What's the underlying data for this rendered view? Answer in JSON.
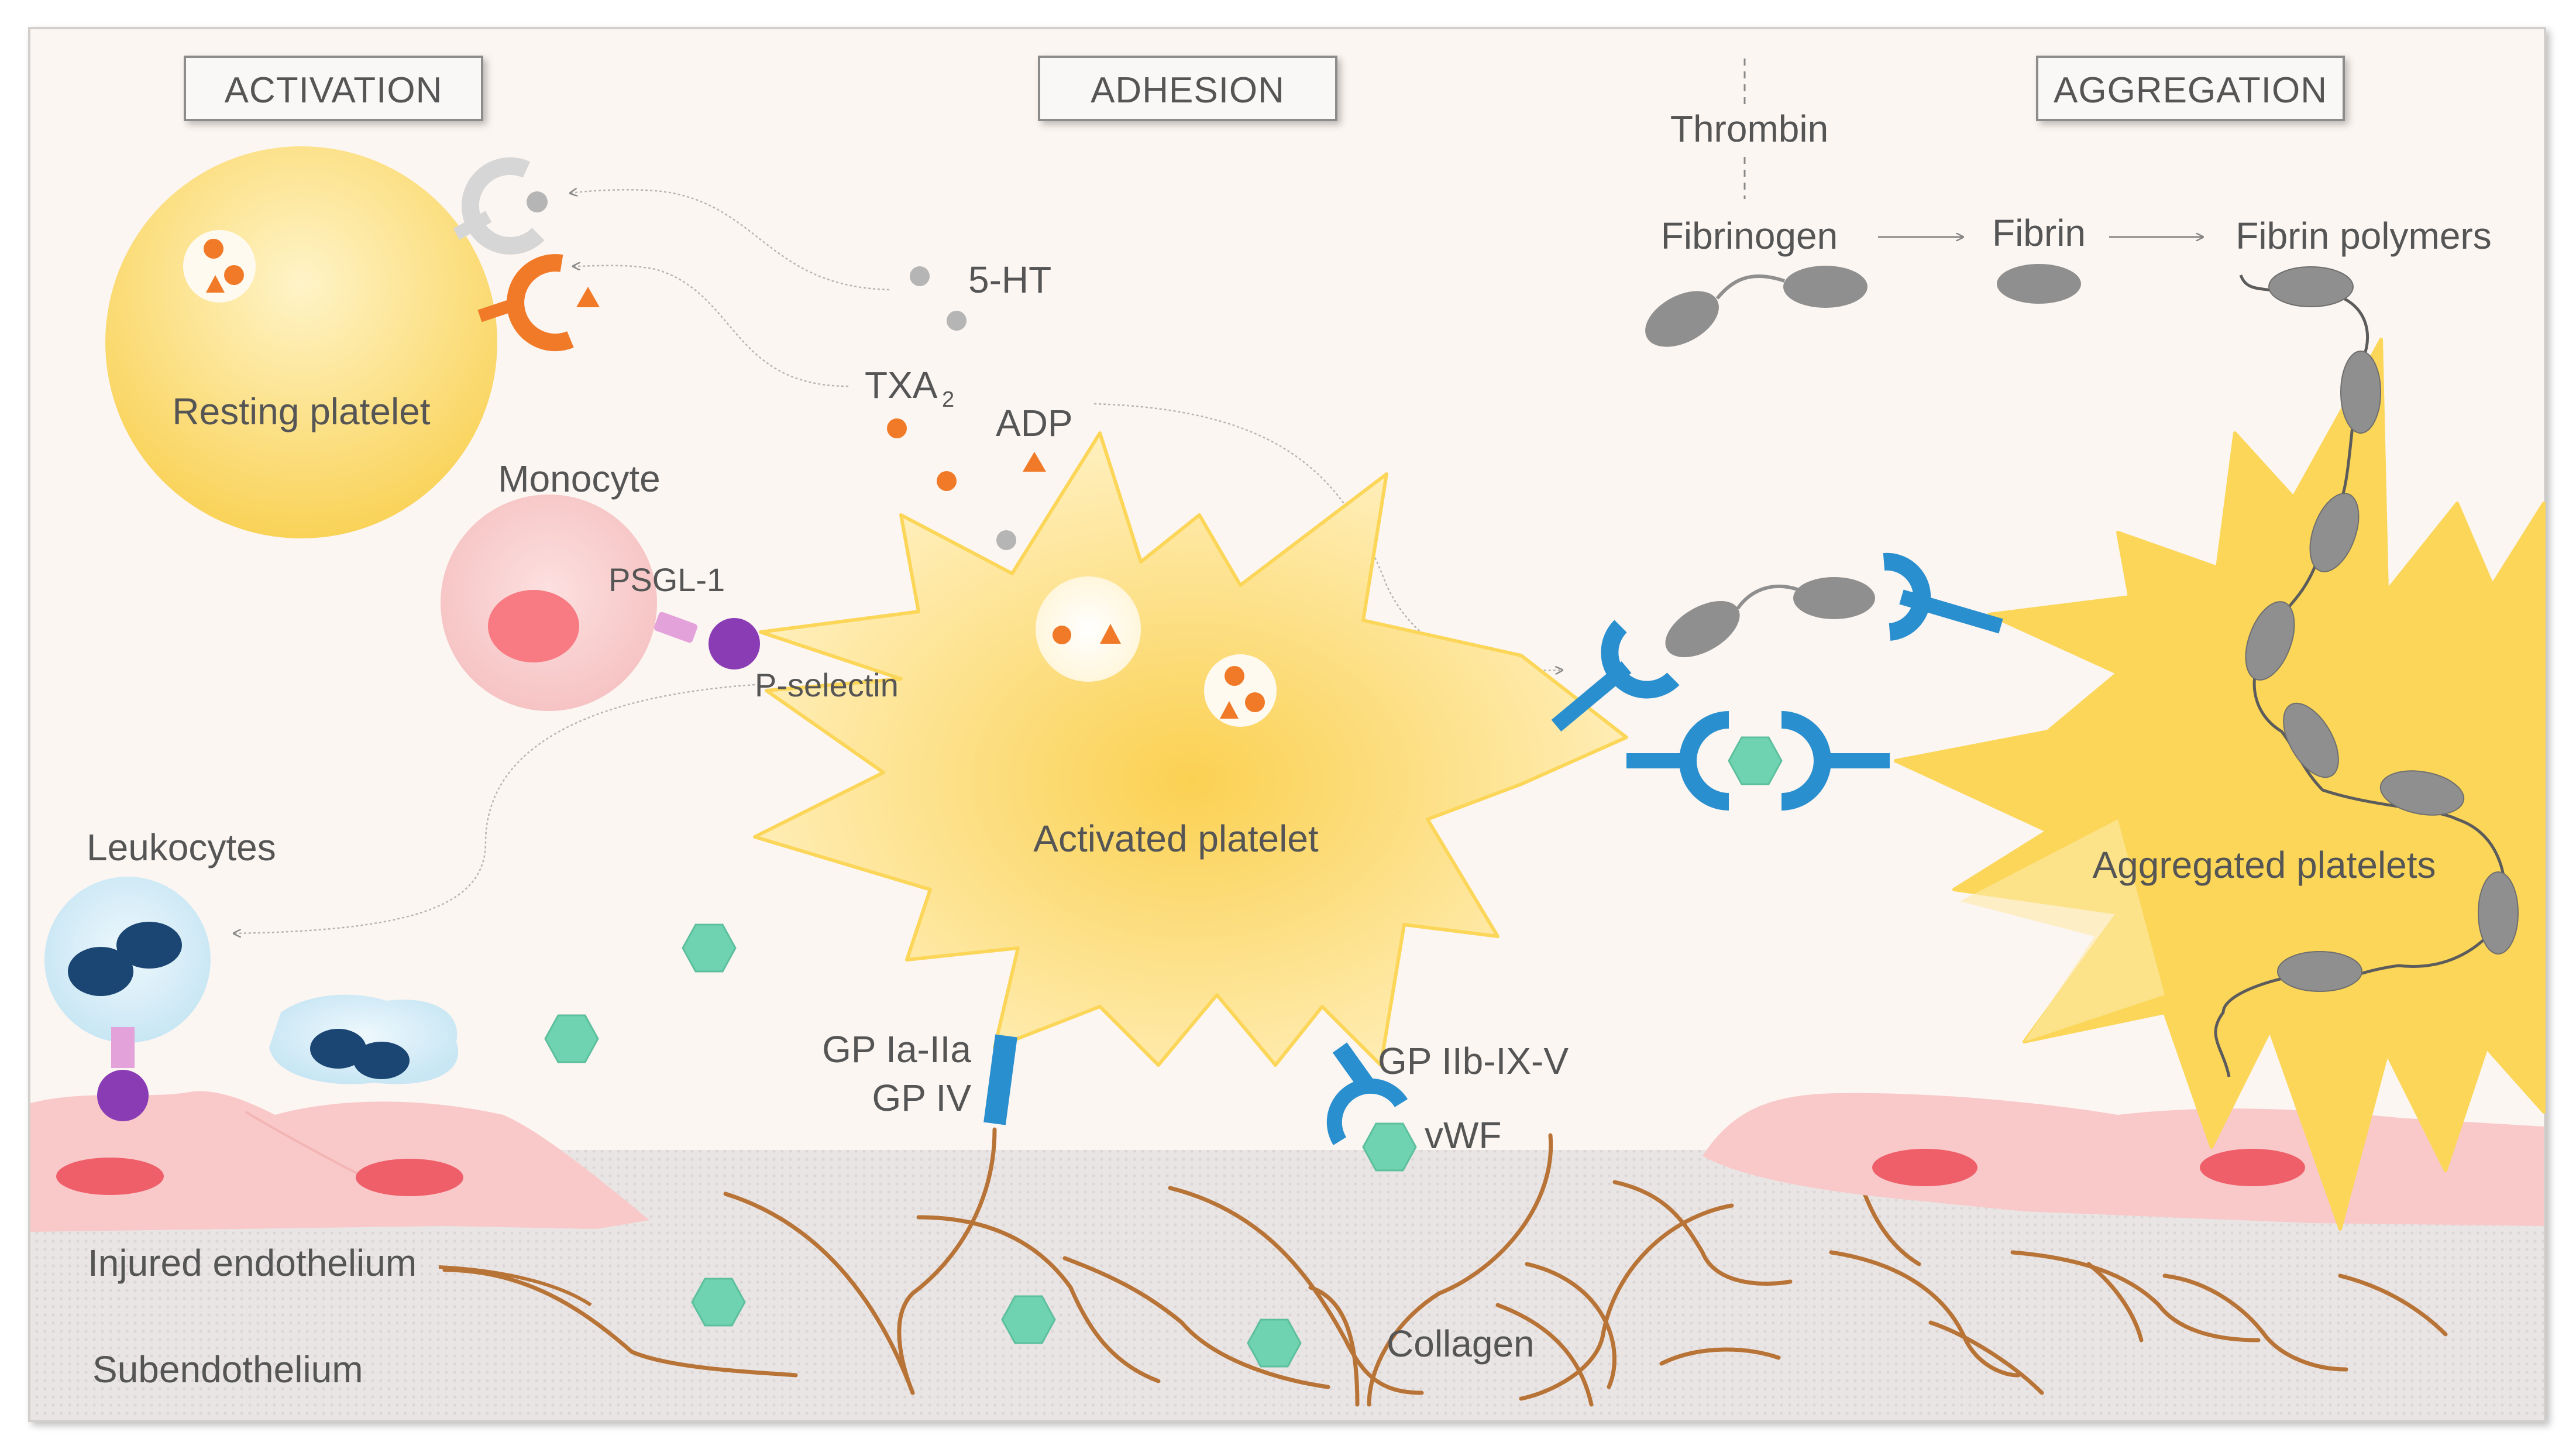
{
  "headers": {
    "activation": "ACTIVATION",
    "adhesion": "ADHESION",
    "aggregation": "AGGREGATION"
  },
  "labels": {
    "thrombin": "Thrombin",
    "fibrinogen": "Fibrinogen",
    "fibrin": "Fibrin",
    "fibrin_polymers": "Fibrin polymers",
    "resting_platelet": "Resting platelet",
    "five_ht": "5-HT",
    "txa2_main": "TXA",
    "txa2_sub": "2",
    "adp": "ADP",
    "monocyte": "Monocyte",
    "psgl1": "PSGL-1",
    "p_selectin": "P-selectin",
    "leukocytes": "Leukocytes",
    "activated_platelet": "Activated platelet",
    "aggregated_platelets": "Aggregated platelets",
    "gp_ia_iia": "GP Ia-IIa",
    "gp_iv": "GP IV",
    "gp_iib_ix_v": "GP IIb-IX-V",
    "vwf": "vWF",
    "injured_endothelium": "Injured endothelium",
    "subendothelium": "Subendothelium",
    "collagen": "Collagen"
  },
  "colors": {
    "background": "#fcf6f2",
    "platelet_yellow": "#fbd659",
    "receptor_blue": "#2a8fcf",
    "collagen_brown": "#b87336",
    "endothelium_pink": "#f9c9c9",
    "nucleus_red": "#ef5f6a",
    "hexagon_green": "#6fd3b1",
    "orange": "#f07a28",
    "grey_particle": "#b5b5b5",
    "fibrinogen_grey": "#8f8f8f",
    "p_selectin_purple": "#8a3cb5",
    "psgl1_pink": "#e3a2d9",
    "leukocyte_navy": "#1b4674"
  },
  "icons": [
    "hexagon-vwf-icon",
    "granule-icon",
    "receptor-icon"
  ]
}
